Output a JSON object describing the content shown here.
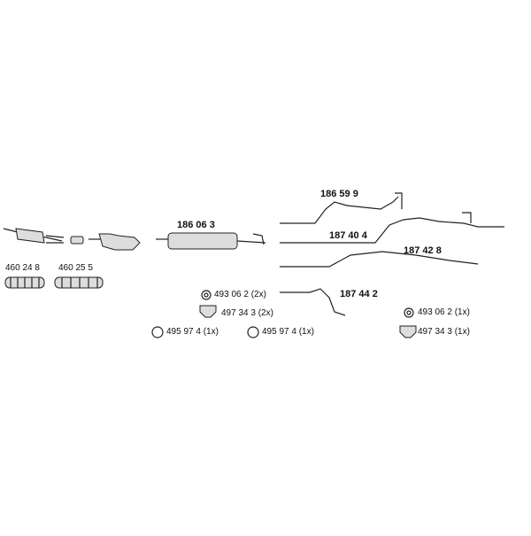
{
  "parts": {
    "flex1": "460 24 8",
    "flex2": "460 25 5",
    "middle_silencer": "186 06 3",
    "tail_a": "186 59 9",
    "tail_b": "187 40 4",
    "tail_c": "187 42 8",
    "tail_d": "187 44 2"
  },
  "accessories": {
    "left_clamp": "493 06 2 (2x)",
    "left_mount": "497 34 3 (2x)",
    "ring1": "495 97 4 (1x)",
    "ring2": "495 97 4 (1x)",
    "right_clamp": "493 06 2 (1x)",
    "right_mount": "497 34 3 (1x)"
  }
}
